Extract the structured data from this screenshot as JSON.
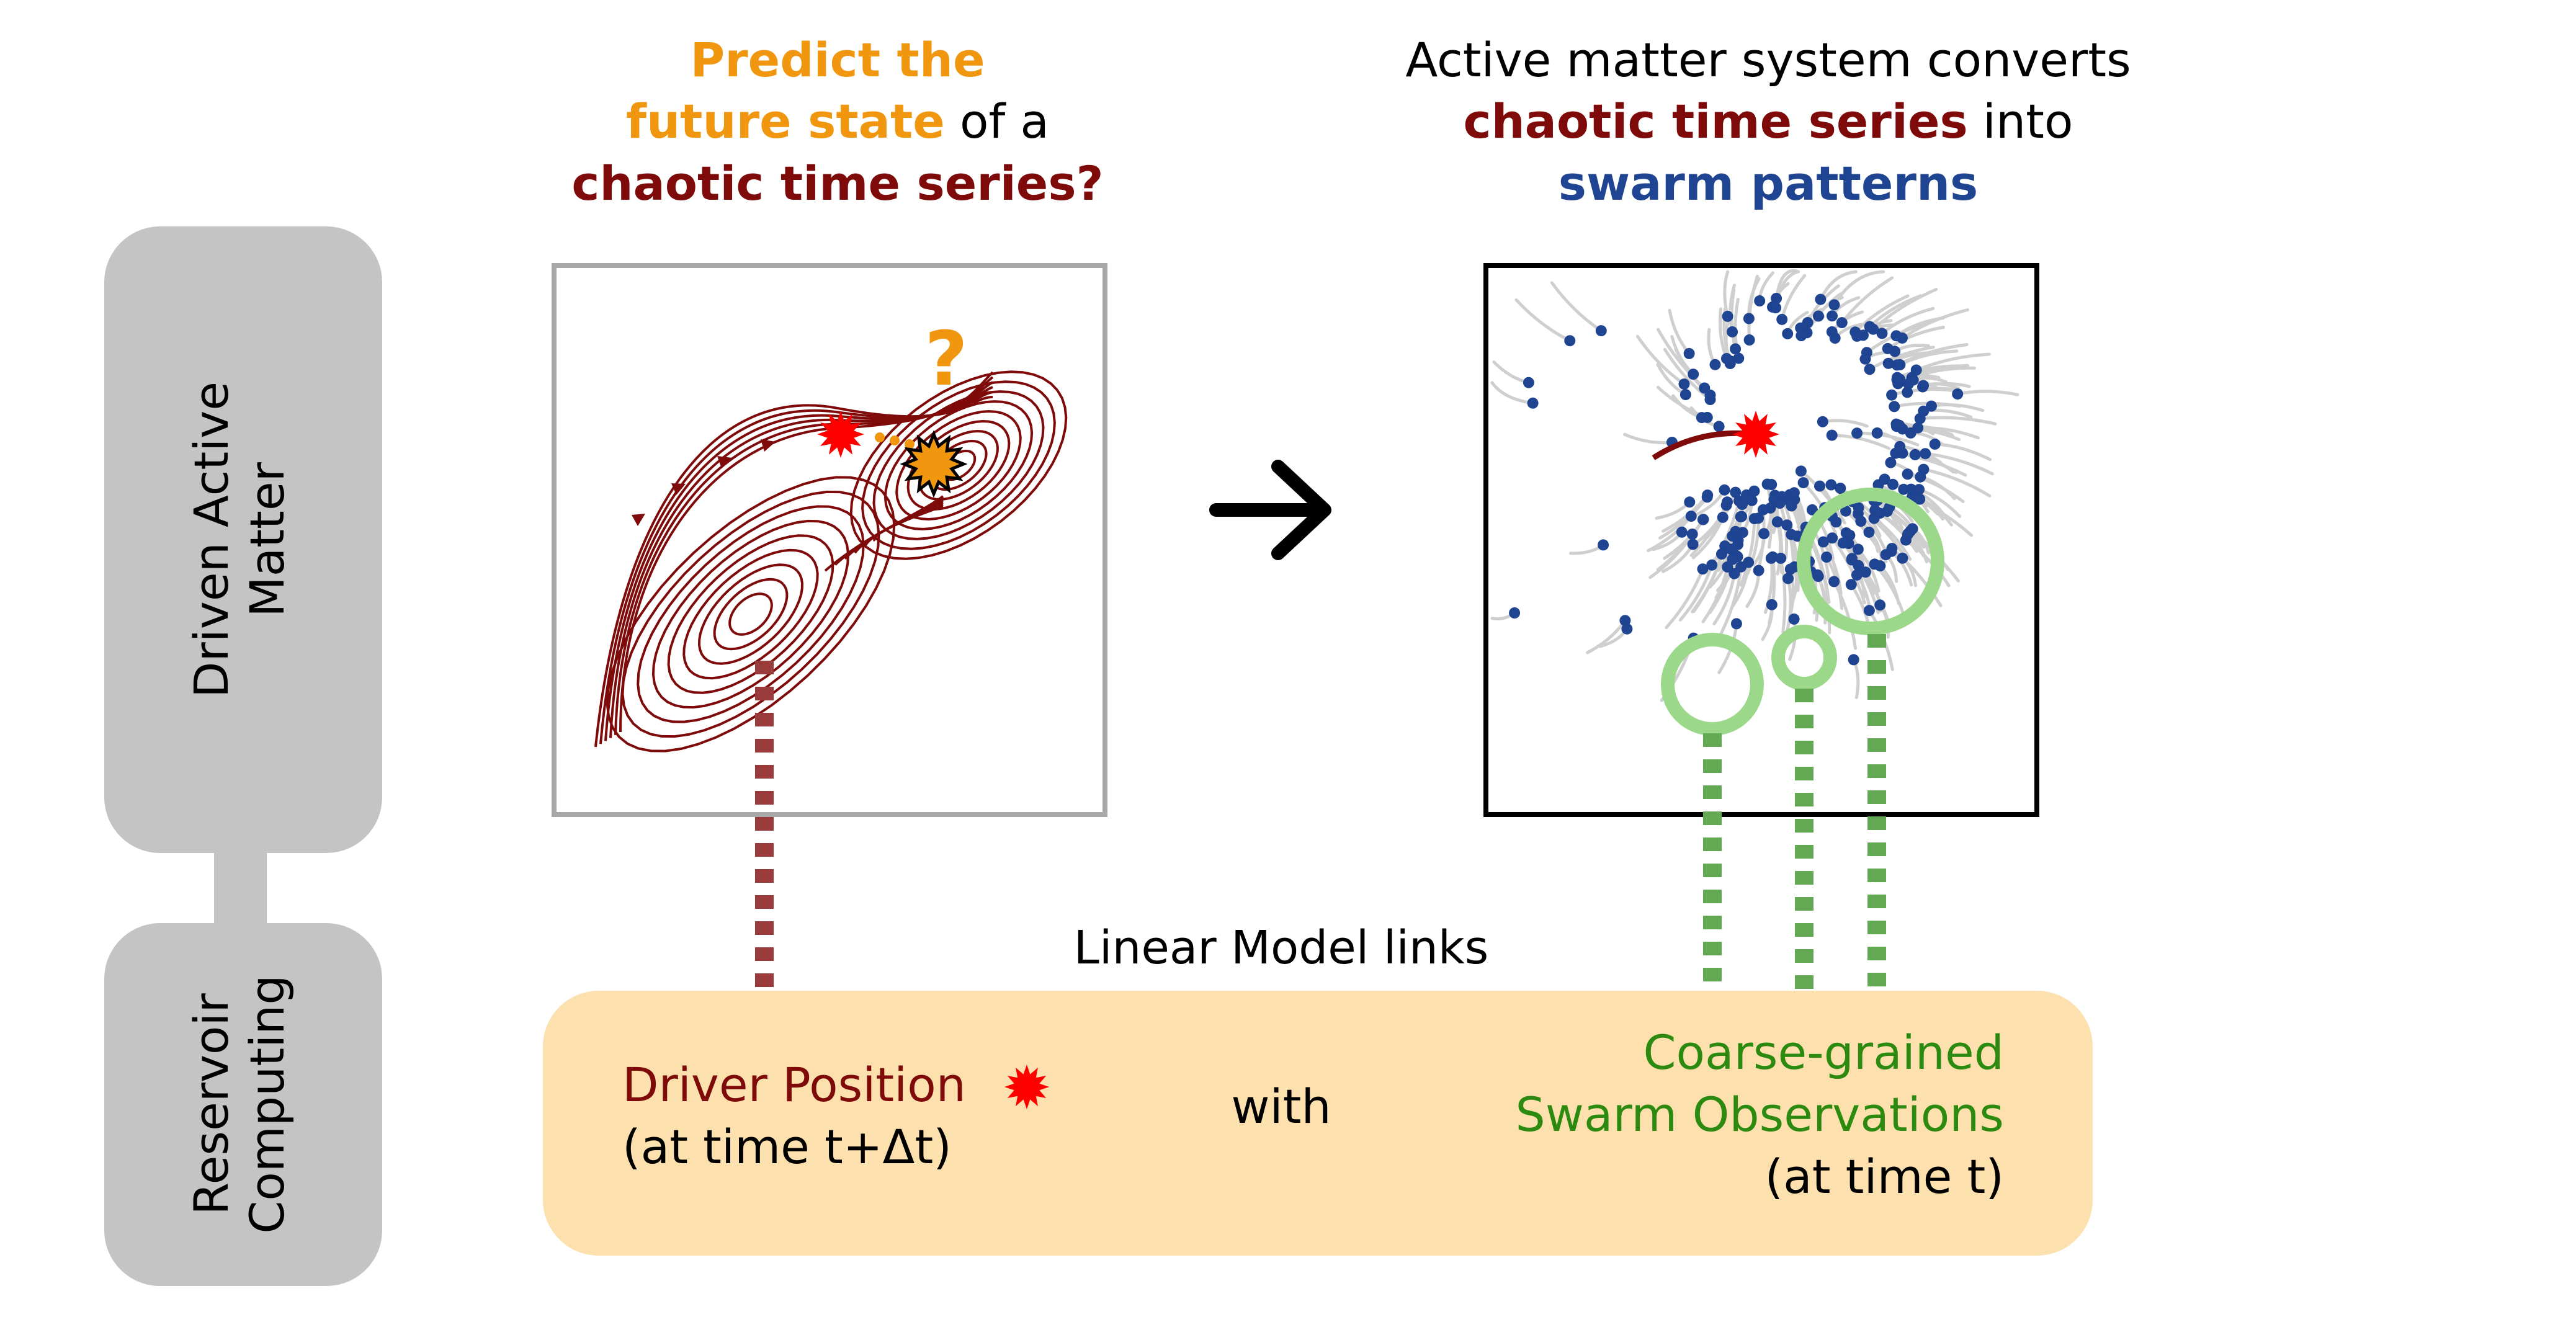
{
  "colors": {
    "orange": "#f0960f",
    "darkred": "#7f0a0a",
    "blue": "#1f4491",
    "green": "#2b8a0f",
    "gray": "#c4c4c4",
    "peach": "#fce0ad",
    "black": "#000000",
    "star_red": "#ff0000",
    "trace_gray": "#cfcfcf",
    "circle_green": "#9bd88a",
    "dash_green": "#63a853",
    "dash_red": "#9a3b3b"
  },
  "side_labels": {
    "top_line1": "Driven Active",
    "top_line2": "Matter",
    "bottom_line1": "Reservoir",
    "bottom_line2": "Computing"
  },
  "left_title": {
    "line1": "Predict the",
    "line2_orange": "future state",
    "line2_black": " of a",
    "line3": "chaotic time series?"
  },
  "right_title": {
    "line1": "Active matter system converts",
    "line2_red": "chaotic time series",
    "line2_black": " into",
    "line3": "swarm patterns"
  },
  "question_mark": "?",
  "linear_model": "Linear Model links",
  "bottom_box": {
    "driver_label": "Driver Position",
    "driver_time": "(at time t+Δt)",
    "with": "with",
    "obs_line1": "Coarse-grained",
    "obs_line2": "Swarm Observations",
    "obs_time": "(at time t)"
  },
  "icons": {
    "arrow": "right-arrow-icon",
    "star": "red-star-icon",
    "future_star": "orange-star-icon"
  }
}
